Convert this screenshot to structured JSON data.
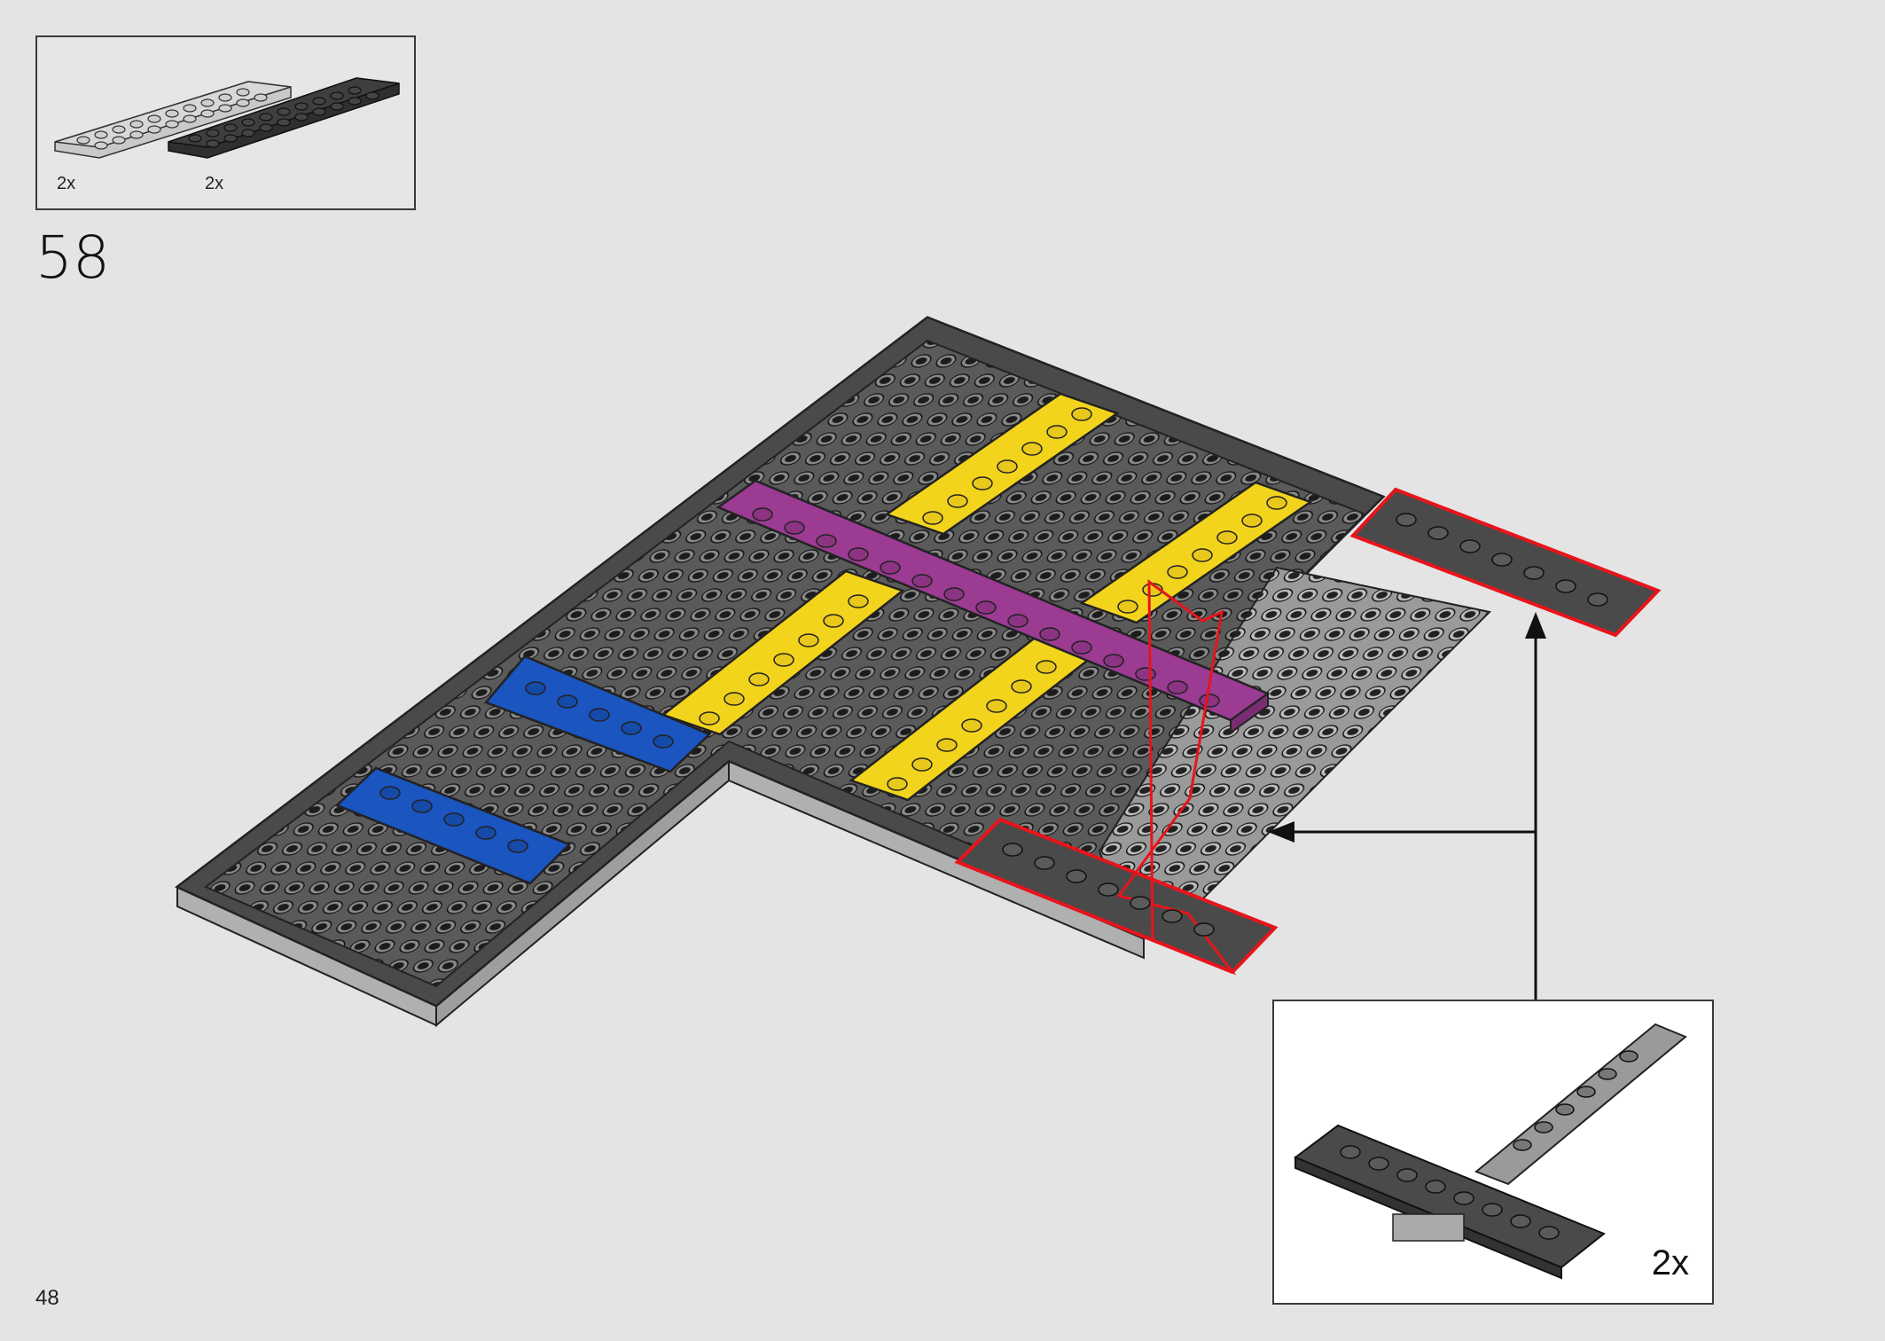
{
  "parts_list": {
    "items": [
      {
        "name": "light-gray-plate",
        "color": "#bdbdbd",
        "qty": "2x"
      },
      {
        "name": "dark-gray-plate",
        "color": "#3a3a3a",
        "qty": "2x"
      }
    ]
  },
  "step": {
    "number": "58"
  },
  "page": {
    "number": "48"
  },
  "callout": {
    "qty": "2x"
  },
  "colors": {
    "background": "#e4e4e4",
    "baseplate": "#4a4a4a",
    "yellow": "#f2d41c",
    "magenta": "#9b3b92",
    "blue": "#1a55c0",
    "highlight": "#e8141b",
    "light_gray": "#9a9a9a"
  }
}
